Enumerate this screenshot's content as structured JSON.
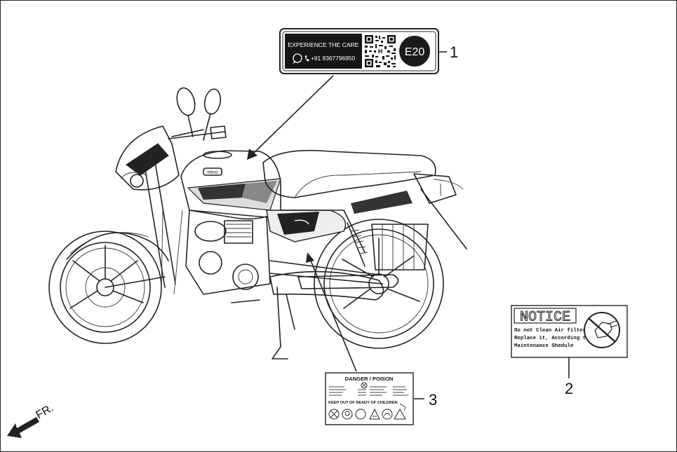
{
  "labels": {
    "label1": {
      "callout": "1",
      "headline": "EXPERIENCE THE CARE",
      "phone": "+91 8367796950",
      "badge": "E20"
    },
    "label2": {
      "callout": "2",
      "title": "NOTICE",
      "lines": [
        "Do not Clean Air filter",
        "Replace it, According to",
        "Maintenance Shedule"
      ]
    },
    "label3": {
      "callout": "3",
      "title": "DANGER / POISON",
      "footer": "KEEP OUT OF READY OF CHILDREN"
    }
  },
  "direction": {
    "text": "FR."
  },
  "vehicle": {
    "brand": "Hero"
  },
  "icons": [
    "whatsapp-icon",
    "phone-icon",
    "qr-code-icon",
    "no-cleaning-icon",
    "poison-icon",
    "front-arrow-icon"
  ]
}
